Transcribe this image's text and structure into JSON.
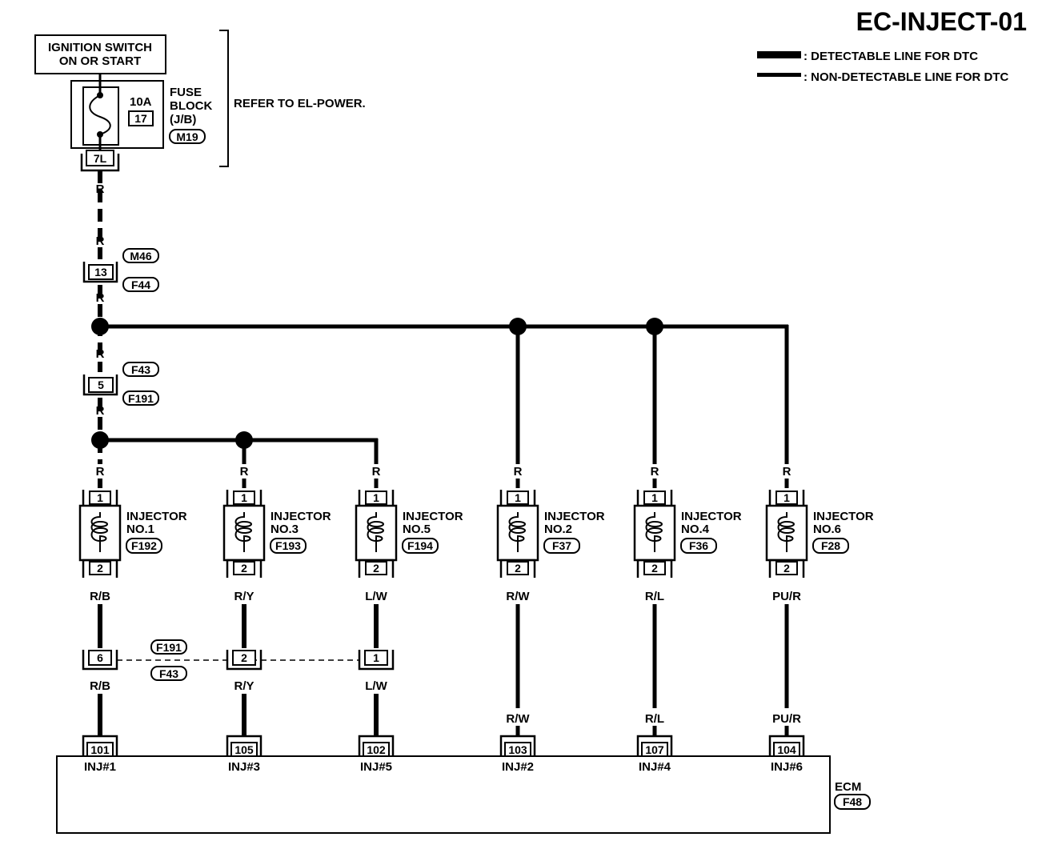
{
  "title": "EC-INJECT-01",
  "legend": {
    "detectable": ": DETECTABLE LINE FOR DTC",
    "non_detectable": ": NON-DETECTABLE LINE FOR DTC"
  },
  "ignition": {
    "line1": "IGNITION SWITCH",
    "line2": "ON OR START"
  },
  "fuse": {
    "rating": "10A",
    "number": "17",
    "block_line1": "FUSE",
    "block_line2": "BLOCK",
    "block_line3": "(J/B)",
    "connector": "M19",
    "terminal": "7L",
    "refer": "REFER TO EL-POWER."
  },
  "connector_13": {
    "pin": "13",
    "upper": "M46",
    "lower": "F44"
  },
  "connector_5": {
    "pin": "5",
    "upper": "F43",
    "lower": "F191"
  },
  "wire_color_power": "R",
  "joint_connector": {
    "upper": "F191",
    "lower": "F43",
    "pins": [
      "6",
      "2",
      "1"
    ]
  },
  "injectors": [
    {
      "line1": "INJECTOR",
      "line2": "NO.1",
      "connector": "F192",
      "pin_top": "1",
      "pin_bottom": "2",
      "wire_top": "R",
      "wire_mid": "R/B",
      "wire_low": "R/B",
      "ecm_pin": "101",
      "ecm_label": "INJ#1"
    },
    {
      "line1": "INJECTOR",
      "line2": "NO.3",
      "connector": "F193",
      "pin_top": "1",
      "pin_bottom": "2",
      "wire_top": "R",
      "wire_mid": "R/Y",
      "wire_low": "R/Y",
      "ecm_pin": "105",
      "ecm_label": "INJ#3"
    },
    {
      "line1": "INJECTOR",
      "line2": "NO.5",
      "connector": "F194",
      "pin_top": "1",
      "pin_bottom": "2",
      "wire_top": "R",
      "wire_mid": "L/W",
      "wire_low": "L/W",
      "ecm_pin": "102",
      "ecm_label": "INJ#5"
    },
    {
      "line1": "INJECTOR",
      "line2": "NO.2",
      "connector": "F37",
      "pin_top": "1",
      "pin_bottom": "2",
      "wire_top": "R",
      "wire_mid": "R/W",
      "wire_low": "R/W",
      "ecm_pin": "103",
      "ecm_label": "INJ#2"
    },
    {
      "line1": "INJECTOR",
      "line2": "NO.4",
      "connector": "F36",
      "pin_top": "1",
      "pin_bottom": "2",
      "wire_top": "R",
      "wire_mid": "R/L",
      "wire_low": "R/L",
      "ecm_pin": "107",
      "ecm_label": "INJ#4"
    },
    {
      "line1": "INJECTOR",
      "line2": "NO.6",
      "connector": "F28",
      "pin_top": "1",
      "pin_bottom": "2",
      "wire_top": "R",
      "wire_mid": "PU/R",
      "wire_low": "PU/R",
      "ecm_pin": "104",
      "ecm_label": "INJ#6"
    }
  ],
  "ecm": {
    "label": "ECM",
    "connector": "F48"
  }
}
